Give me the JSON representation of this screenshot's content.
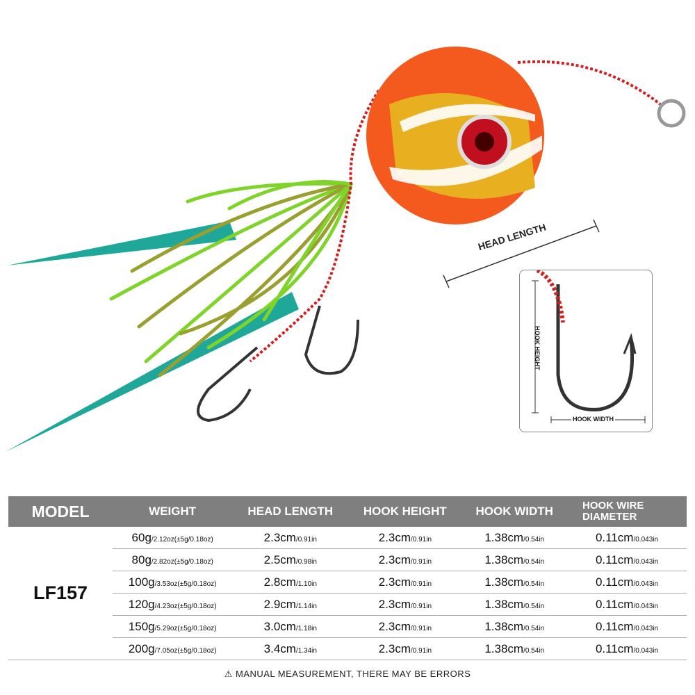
{
  "illustration": {
    "head_length_label": "HEAD LENGTH",
    "hook_height_label": "HOOK HEIGHT",
    "hook_width_label": "HOOK WIDTH",
    "colors": {
      "head": "#f45a1e",
      "gold": "#e8b020",
      "skirt": "#7fd42a",
      "tail": "#1fa89a",
      "eye": "#c01020"
    }
  },
  "table": {
    "headers": [
      "MODEL",
      "WEIGHT",
      "HEAD LENGTH",
      "HOOK HEIGHT",
      "HOOK WIDTH",
      "HOOK WIRE DIAMETER"
    ],
    "model": "LF157",
    "rows": [
      {
        "weight": {
          "main": "60g",
          "sub": "/2.12oz(±5g/0.18oz)"
        },
        "head": {
          "main": "2.3cm",
          "sub": "/0.91in"
        },
        "height": {
          "main": "2.3cm",
          "sub": "/0.91in"
        },
        "width": {
          "main": "1.38cm",
          "sub": "/0.54in"
        },
        "wire": {
          "main": "0.11cm",
          "sub": "/0.043in"
        }
      },
      {
        "weight": {
          "main": "80g",
          "sub": "/2.82oz(±5g/0.18oz)"
        },
        "head": {
          "main": "2.5cm",
          "sub": "/0.98in"
        },
        "height": {
          "main": "2.3cm",
          "sub": "/0.91in"
        },
        "width": {
          "main": "1.38cm",
          "sub": "/0.54in"
        },
        "wire": {
          "main": "0.11cm",
          "sub": "/0.043in"
        }
      },
      {
        "weight": {
          "main": "100g",
          "sub": "/3.53oz(±5g/0.18oz)"
        },
        "head": {
          "main": "2.8cm",
          "sub": "/1.10in"
        },
        "height": {
          "main": "2.3cm",
          "sub": "/0.91in"
        },
        "width": {
          "main": "1.38cm",
          "sub": "/0.54in"
        },
        "wire": {
          "main": "0.11cm",
          "sub": "/0.043in"
        }
      },
      {
        "weight": {
          "main": "120g",
          "sub": "/4.23oz(±5g/0.18oz)"
        },
        "head": {
          "main": "2.9cm",
          "sub": "/1.14in"
        },
        "height": {
          "main": "2.3cm",
          "sub": "/0.91in"
        },
        "width": {
          "main": "1.38cm",
          "sub": "/0.54in"
        },
        "wire": {
          "main": "0.11cm",
          "sub": "/0.043in"
        }
      },
      {
        "weight": {
          "main": "150g",
          "sub": "/5.29oz(±5g/0.18oz)"
        },
        "head": {
          "main": "3.0cm",
          "sub": "/1.18in"
        },
        "height": {
          "main": "2.3cm",
          "sub": "/0.91in"
        },
        "width": {
          "main": "1.38cm",
          "sub": "/0.54in"
        },
        "wire": {
          "main": "0.11cm",
          "sub": "/0.043in"
        }
      },
      {
        "weight": {
          "main": "200g",
          "sub": "/7.05oz(±5g/0.18oz)"
        },
        "head": {
          "main": "3.4cm",
          "sub": "/1.34in"
        },
        "height": {
          "main": "2.3cm",
          "sub": "/0.91in"
        },
        "width": {
          "main": "1.38cm",
          "sub": "/0.54in"
        },
        "wire": {
          "main": "0.11cm",
          "sub": "/0.043in"
        }
      }
    ]
  },
  "note": {
    "icon": "warning-icon",
    "text": "MANUAL MEASUREMENT, THERE MAY BE ERRORS"
  }
}
